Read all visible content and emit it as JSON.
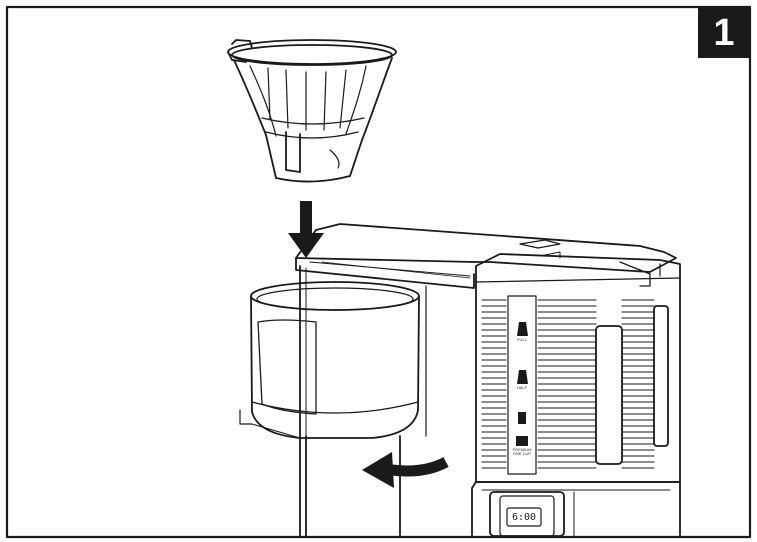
{
  "step_number": "1",
  "display_time": "6:00",
  "buttons": [
    {
      "icon": "full-carafe-icon",
      "label": "FULL"
    },
    {
      "icon": "half-carafe-icon",
      "label": "HALF"
    },
    {
      "icon": "cup-icon",
      "label": ""
    },
    {
      "icon": "premium-icon",
      "label": "PREMIUM ONE CUP"
    }
  ]
}
